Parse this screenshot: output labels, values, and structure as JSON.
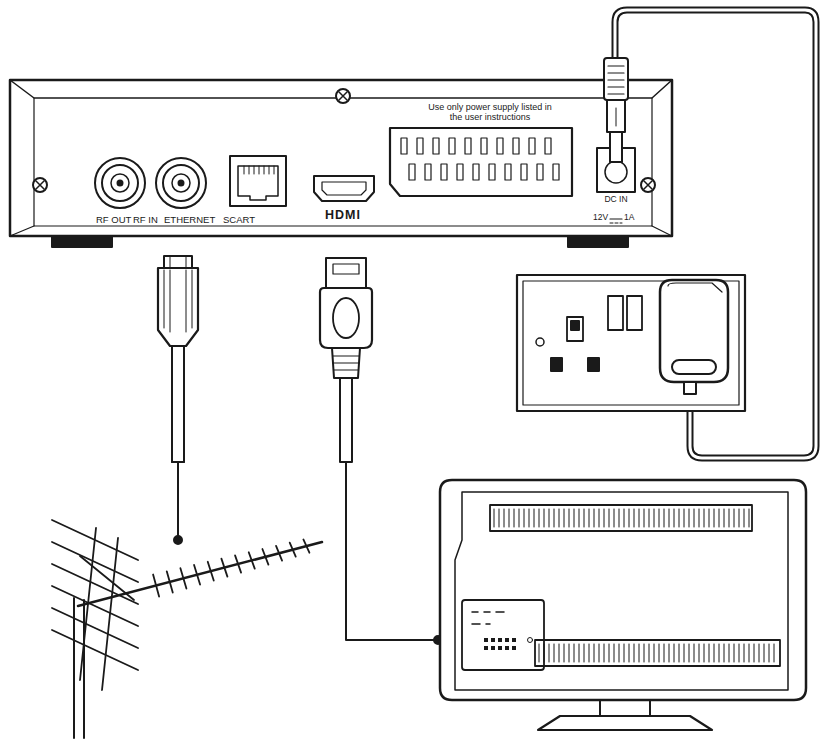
{
  "diagram": {
    "nodes": [
      {
        "text": [
          "Use only power supply listed in the user instructions",
          "RF OUT",
          "RF IN",
          "ETHERNET",
          "SCART",
          "HDMI",
          "DC IN",
          "12V",
          "1A"
        ]
      }
    ]
  }
}
